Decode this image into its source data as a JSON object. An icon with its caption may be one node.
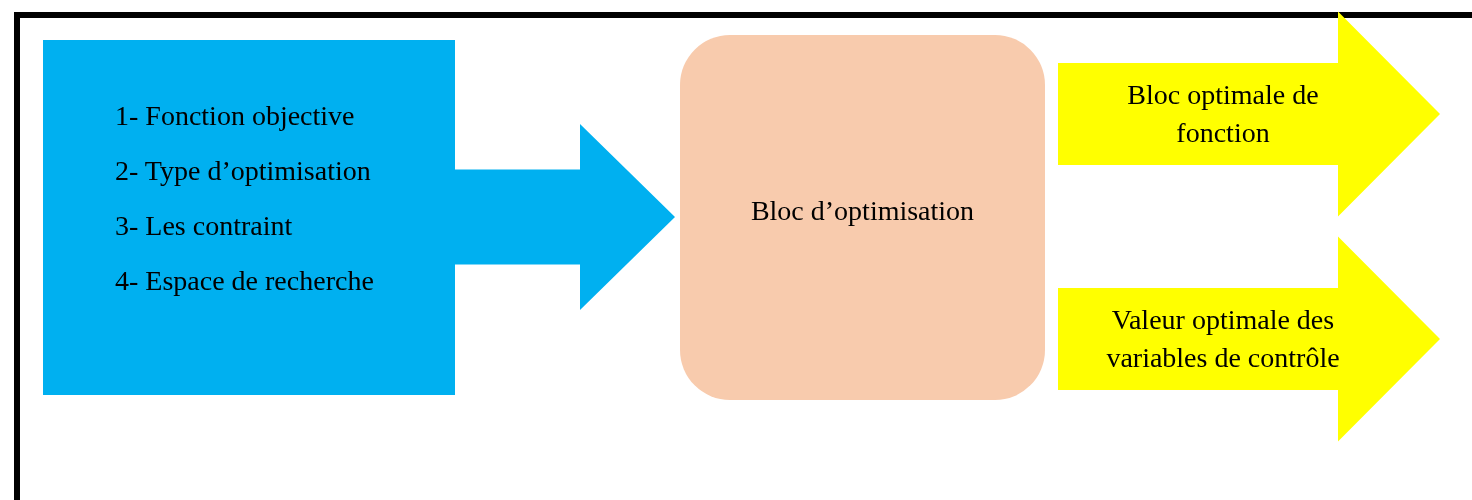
{
  "diagram": {
    "nodes": [
      {
        "text": [
          "1- Fonction objective",
          "2- Type d’optimisation",
          "3- Les contraint",
          "4- Espace de recherche"
        ]
      },
      {
        "text": [
          "Bloc d’optimisation"
        ]
      }
    ],
    "edges": [
      {
        "from": 0,
        "to": 1,
        "arrow": "to",
        "style": "thick",
        "color": "#00b0f0"
      },
      {
        "from": 1,
        "to": null,
        "arrow": "to",
        "label": "Bloc optimale de fonction",
        "style": "thick",
        "color": "#ffff00"
      },
      {
        "from": 1,
        "to": null,
        "arrow": "to",
        "label": "Valeur optimale des variables de contrôle",
        "style": "thick",
        "color": "#ffff00"
      }
    ]
  }
}
